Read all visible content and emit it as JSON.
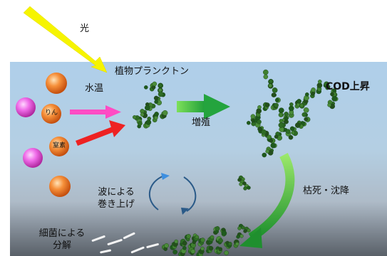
{
  "labels": {
    "light": "光",
    "phytoplankton": "植物プランクトン",
    "water_temperature": "水温",
    "cod_rise": "COD上昇",
    "growth": "増殖",
    "wither_settle": "枯死・沈降",
    "resuspension": "波による\n巻き上げ",
    "decomposition": "細菌による\n分解",
    "phosphorus": "りん",
    "nitrogen": "窒素"
  },
  "colors": {
    "sunlight": "#f6f400",
    "phosphorus_arrow": "#ff4cc4",
    "nitrogen_arrow": "#ee2222",
    "plankton": "#2e6b25",
    "growth_arrow": "#24a43e"
  }
}
